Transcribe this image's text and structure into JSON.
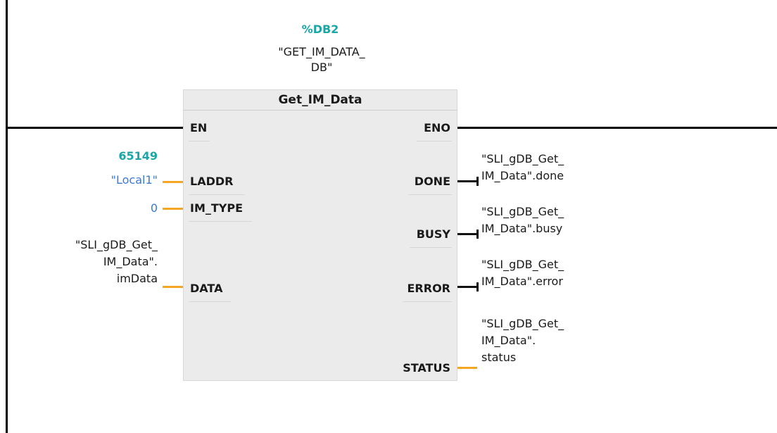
{
  "instance": {
    "db_number": "%DB2",
    "db_name_line1": "\"GET_IM_DATA_",
    "db_name_line2": "DB\""
  },
  "block": {
    "title": "Get_IM_Data",
    "inputs": {
      "en": "EN",
      "laddr": "LADDR",
      "im_type": "IM_TYPE",
      "data": "DATA"
    },
    "outputs": {
      "eno": "ENO",
      "done": "DONE",
      "busy": "BUSY",
      "error": "ERROR",
      "status": "STATUS"
    }
  },
  "operands": {
    "laddr_value": "65149",
    "laddr_tag": "\"Local1\"",
    "im_type_value": "0",
    "data_line1": "\"SLI_gDB_Get_",
    "data_line2": "IM_Data\".",
    "data_line3": "imData",
    "done_line1": "\"SLI_gDB_Get_",
    "done_line2": "IM_Data\".done",
    "busy_line1": "\"SLI_gDB_Get_",
    "busy_line2": "IM_Data\".busy",
    "error_line1": "\"SLI_gDB_Get_",
    "error_line2": "IM_Data\".error",
    "status_line1": "\"SLI_gDB_Get_",
    "status_line2": "IM_Data\".",
    "status_line3": "status"
  },
  "colors": {
    "constant": "#1aa6a6",
    "tag": "#3a7ad8",
    "wire_data": "#f5a623",
    "wire_bool": "#000000",
    "block_fill": "#ebebeb"
  }
}
